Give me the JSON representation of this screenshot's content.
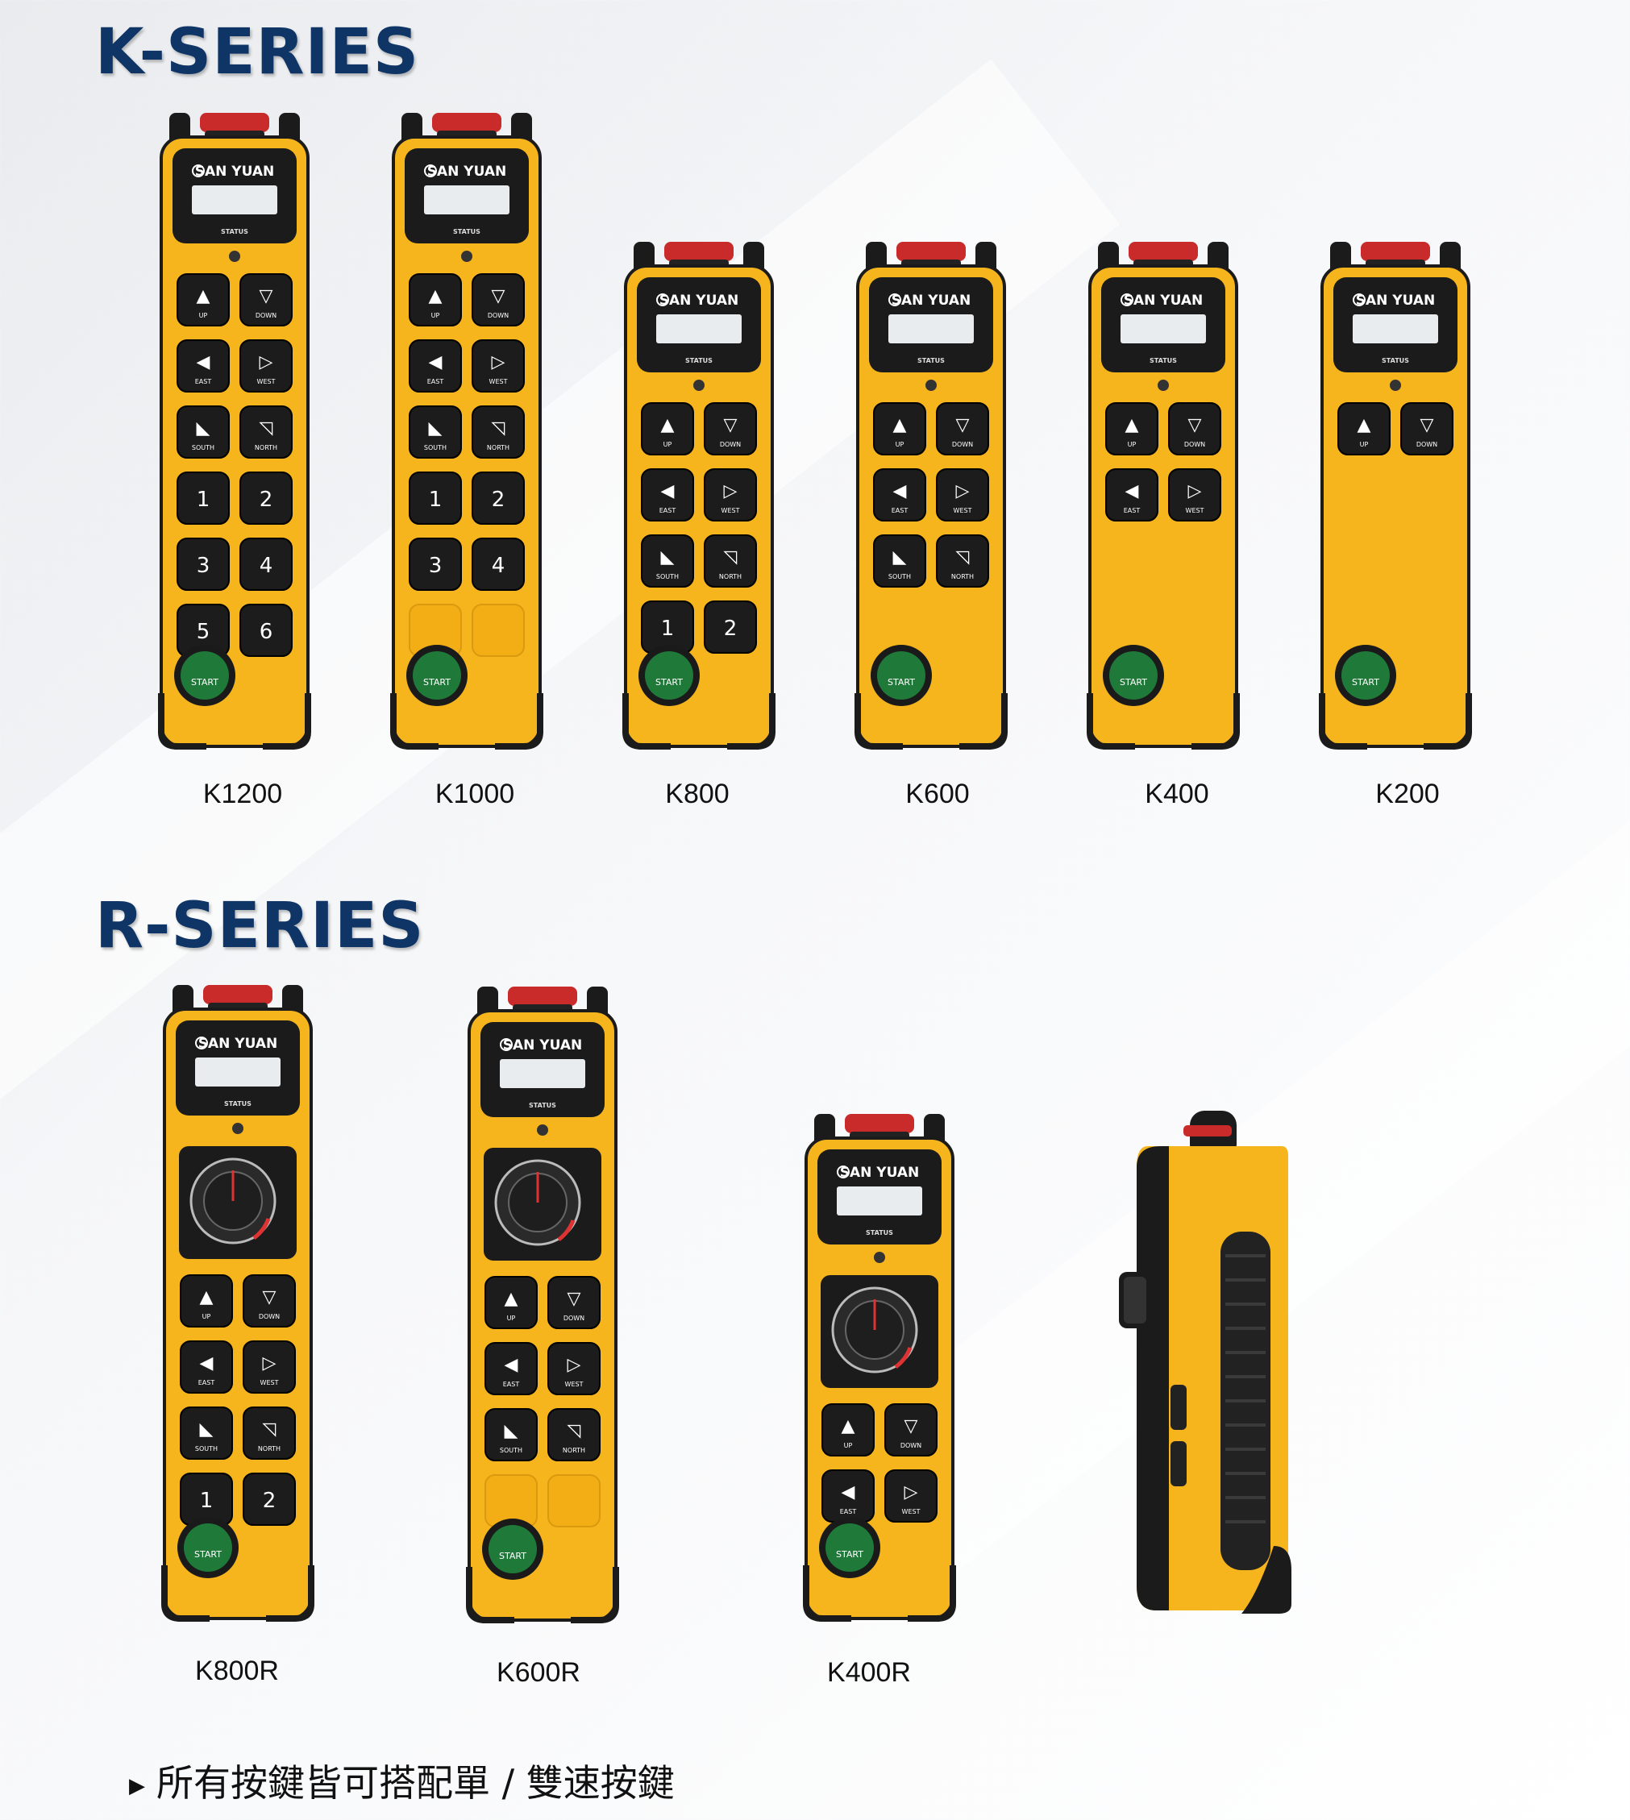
{
  "k_series": {
    "title": "K-SERIES",
    "models": [
      {
        "label": "K1200"
      },
      {
        "label": "K1000"
      },
      {
        "label": "K800"
      },
      {
        "label": "K600"
      },
      {
        "label": "K400"
      },
      {
        "label": "K200"
      }
    ]
  },
  "r_series": {
    "title": "R-SERIES",
    "models": [
      {
        "label": "K800R"
      },
      {
        "label": "K600R"
      },
      {
        "label": "K400R"
      }
    ]
  },
  "device": {
    "brand": "SAN YUAN",
    "status_label": "STATUS",
    "start_label": "START",
    "keys": {
      "up": "UP",
      "down": "DOWN",
      "east": "EAST",
      "west": "WEST",
      "south": "SOUTH",
      "north": "NORTH",
      "n1": "1",
      "n2": "2",
      "n3": "3",
      "n4": "4",
      "n5": "5",
      "n6": "6"
    },
    "colors": {
      "body": "#f6b51d",
      "frame": "#1b1b1b",
      "estop": "#c92b2b",
      "start": "#1f7a3a"
    }
  },
  "footnote": "所有按鍵皆可搭配單 / 雙速按鍵"
}
